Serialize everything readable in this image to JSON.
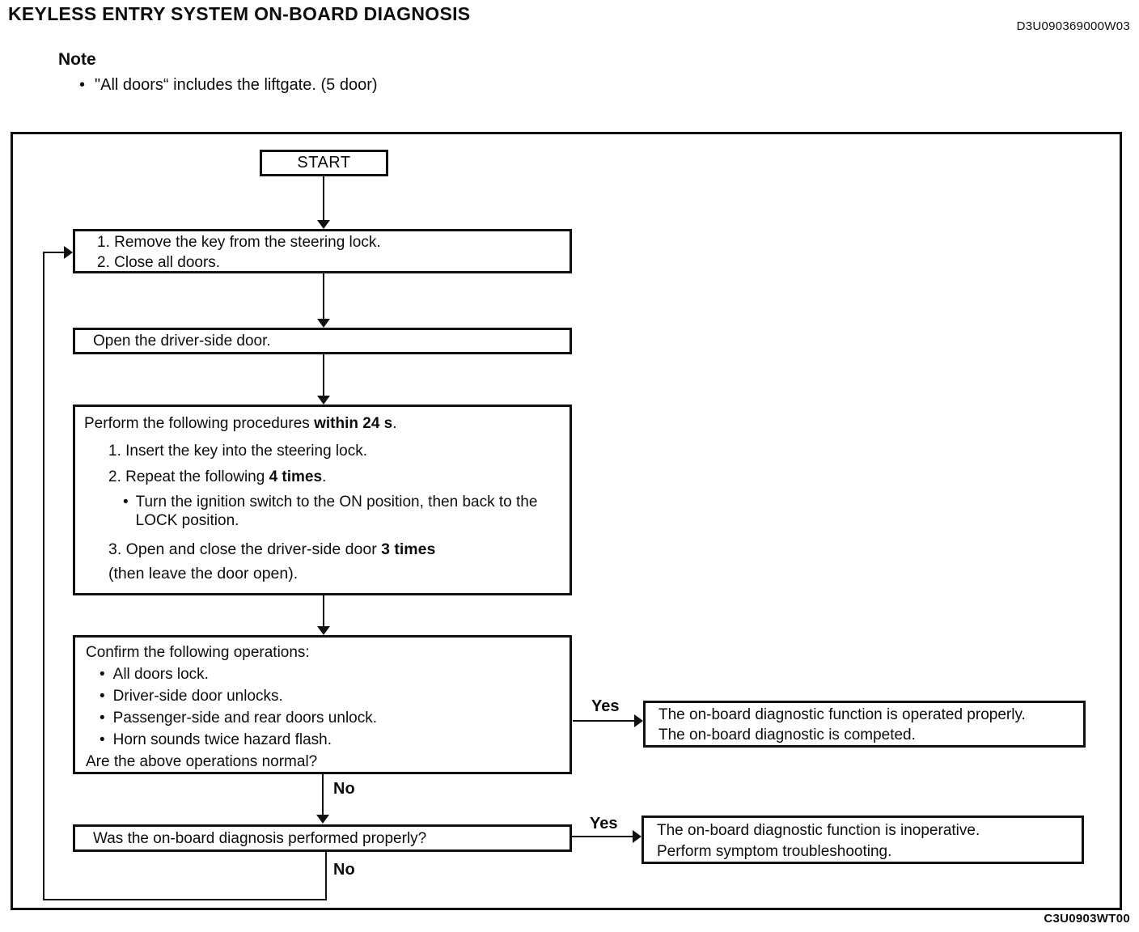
{
  "glyphs": {
    "bullet": "•"
  },
  "page": {
    "title": "KEYLESS ENTRY SYSTEM ON-BOARD DIAGNOSIS",
    "doc_id": "D3U090369000W03",
    "figure_code": "C3U0903WT00",
    "note": {
      "heading": "Note",
      "bullet_text": "\"All doors“ includes the liftgate. (5 door)"
    }
  },
  "flowchart": {
    "start": "START",
    "step1": {
      "line1": "1. Remove the key from the steering lock.",
      "line2": "2. Close all doors."
    },
    "step2": "Open the driver-side door.",
    "perform": {
      "title_pre": "Perform the following procedures ",
      "title_bold": "within 24 s",
      "title_post": ".",
      "item1": "1. Insert the key into the steering lock.",
      "item2_pre": "2. Repeat the following ",
      "item2_bold": "4 times",
      "item2_post": ".",
      "sub_bullet": "Turn the ignition switch to the ON position, then back to the LOCK position.",
      "item3_pre": "3. Open and close the driver-side door ",
      "item3_bold": "3 times",
      "item3_cont": "(then leave the door open)."
    },
    "confirm": {
      "title": "Confirm the following operations:",
      "bullets": [
        "All doors lock.",
        "Driver-side door unlocks.",
        "Passenger-side and rear doors unlock.",
        "Horn sounds twice hazard flash."
      ],
      "question": "Are the above operations normal?"
    },
    "result_ok": {
      "line1": "The on-board diagnostic function is operated properly.",
      "line2": "The on-board diagnostic is competed."
    },
    "question2": "Was the on-board diagnosis performed properly?",
    "result_bad": {
      "line1": "The on-board diagnostic function is inoperative.",
      "line2": "Perform symptom troubleshooting."
    },
    "labels": {
      "yes1": "Yes",
      "no1": "No",
      "yes2": "Yes",
      "no2": "No"
    }
  }
}
